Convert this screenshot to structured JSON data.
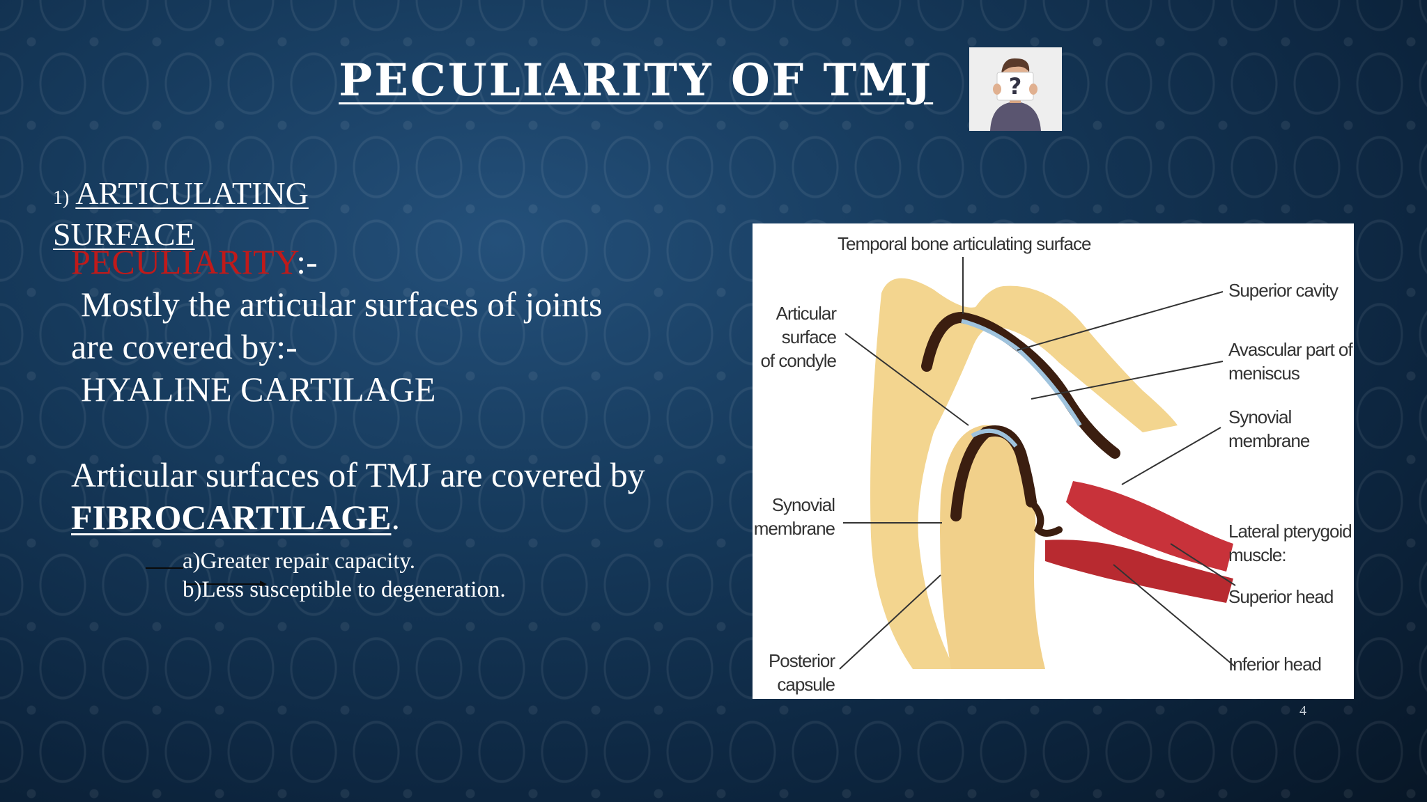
{
  "slide": {
    "title": "PECULIARITY OF TMJ",
    "section_number": "1)",
    "section_line1": "ARTICULATING",
    "section_line2": "SURFACE",
    "peculiarity_word": "PECULIARITY",
    "peculiarity_suffix": ":-",
    "line_mostly": "Mostly the articular surfaces of joints",
    "line_covered": "are covered by:-",
    "hyaline": "HYALINE CARTILAGE",
    "tmj_line": "Articular surfaces of TMJ are covered by",
    "fibro": "FIBROCARTILAGE",
    "fibro_period": ".",
    "point_a": "a)Greater repair capacity.",
    "point_b": "b)Less susceptible to degeneration.",
    "page_number": "4"
  },
  "figure": {
    "labels": {
      "temporal": "Temporal bone articulating surface",
      "articular_1": "Articular",
      "articular_2": "surface",
      "articular_3": "of condyle",
      "superior_cavity": "Superior cavity",
      "avascular_1": "Avascular part of",
      "avascular_2": "meniscus",
      "synovial_r1": "Synovial",
      "synovial_r2": "membrane",
      "synovial_l1": "Synovial",
      "synovial_l2": "membrane",
      "lateral_1": "Lateral pterygoid",
      "lateral_2": "muscle:",
      "superior_head": "Superior head",
      "posterior_1": "Posterior",
      "posterior_2": "capsule",
      "inferior_head": "Inferior head"
    }
  }
}
